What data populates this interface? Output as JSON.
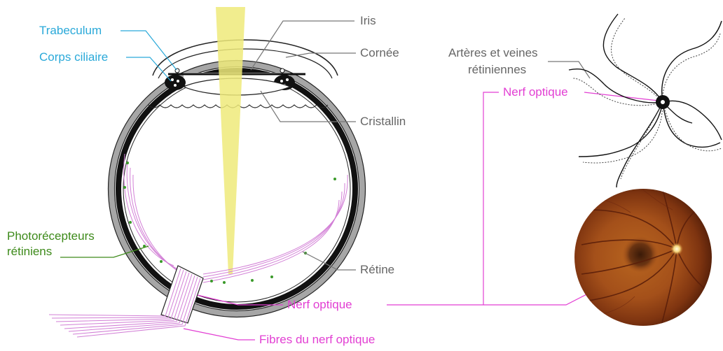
{
  "labels": {
    "trabeculum": "Trabeculum",
    "corps_ciliaire": "Corps ciliaire",
    "iris": "Iris",
    "cornee": "Cornée",
    "cristallin": "Cristallin",
    "photorecepteurs_line1": "Photorécepteurs",
    "photorecepteurs_line2": "rétiniens",
    "retine": "Rétine",
    "nerf_optique": "Nerf optique",
    "fibres": "Fibres du nerf optique",
    "arteres_line1": "Artères et veines",
    "arteres_line2": "rétiniennes",
    "nerf_optique_fundus": "Nerf optique"
  },
  "colors": {
    "blue_labels": "#2aa9d9",
    "grey_labels": "#666666",
    "green_labels": "#3d8a1a",
    "pink_labels": "#e23fd3",
    "light_beam": "#eeea7a",
    "sclera_grey": "#a6a6a6",
    "choroid_black": "#111111",
    "fibers_pink": "#d27fd6"
  }
}
